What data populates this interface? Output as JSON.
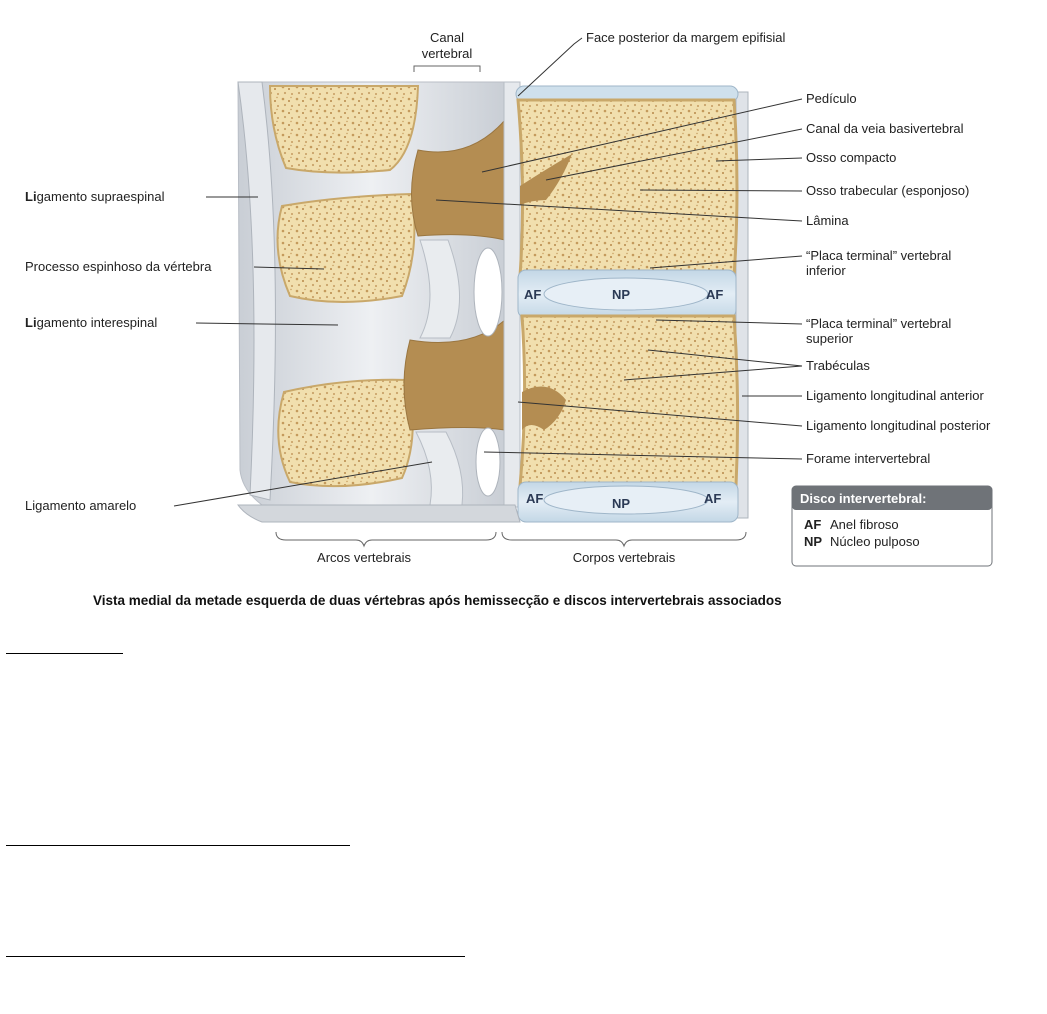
{
  "labels": {
    "canal_line1": "Canal",
    "canal_line2": "vertebral",
    "face_posterior": "Face posterior da margem epifisial",
    "pediculo": "Pedículo",
    "canal_veia": "Canal da veia basivertebral",
    "osso_compacto": "Osso compacto",
    "osso_trabecular": "Osso trabecular (esponjoso)",
    "lamina": "Lâmina",
    "placa_inf_line1": "“Placa terminal” vertebral",
    "placa_inf_line2": "inferior",
    "placa_sup_line1": "“Placa terminal” vertebral",
    "placa_sup_line2": "superior",
    "trabeculas": "Trabéculas",
    "lig_long_ant": "Ligamento longitudinal anterior",
    "lig_long_post": "Ligamento longitudinal posterior",
    "forame": "Forame intervertebral",
    "lig_supra_bold": "Li",
    "lig_supra_rest": "gamento supraespinal",
    "processo": "Processo espinhoso da vértebra",
    "lig_inter_bold": "Li",
    "lig_inter_rest": "gamento interespinal",
    "lig_amarelo": "Ligamento amarelo",
    "arcos": "Arcos vertebrais",
    "corpos": "Corpos vertebrais",
    "af": "AF",
    "np": "NP"
  },
  "legend": {
    "title": "Disco intervertebral:",
    "items": [
      {
        "abbr": "AF",
        "text": "Anel fibroso"
      },
      {
        "abbr": "NP",
        "text": "Núcleo pulposo"
      }
    ]
  },
  "caption": "Vista medial da metade esquerda de duas vértebras após hemissecção e discos intervertebrais associados",
  "colors": {
    "bone": "#f3e2b3",
    "bone_edge": "#c9a86a",
    "trabecular": "#c49a5c",
    "lamina": "#b08a4e",
    "disc": "#cfe0ec",
    "nucleus": "#dfeaf3",
    "ligament": "#d9dde2",
    "legend_header": "#6f7378"
  }
}
